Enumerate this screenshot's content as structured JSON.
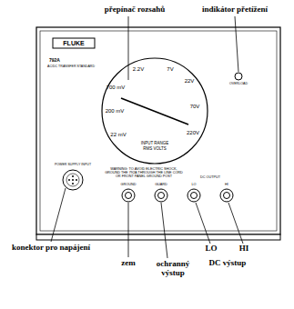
{
  "diagram": {
    "labels": [
      "přepínač rozsahů",
      "indikátor přetížení",
      "FLUKE",
      "792A",
      "AC/DC TRANSFER STANDARD",
      "OVERLOAD",
      "2.2V",
      "7V",
      "22V",
      "700 mV",
      "70V",
      "200 mV",
      "22 mV",
      "220V",
      "INPUT RANGE",
      "RMS VOLTS",
      "DC OUTPUT",
      "HI",
      "LO",
      "POWER SUPPLY INPUT",
      "WARNING: TO AVOID ELECTRIC SHOCK, GROUND THE 792A THROUGH THE LINE CORD OR FRONT PANEL GROUND POST",
      "GROUND",
      "GUARD",
      "konektor pro napájení",
      "zem",
      "ochranný výstup",
      "LO",
      "HI",
      "DC výstup"
    ]
  }
}
